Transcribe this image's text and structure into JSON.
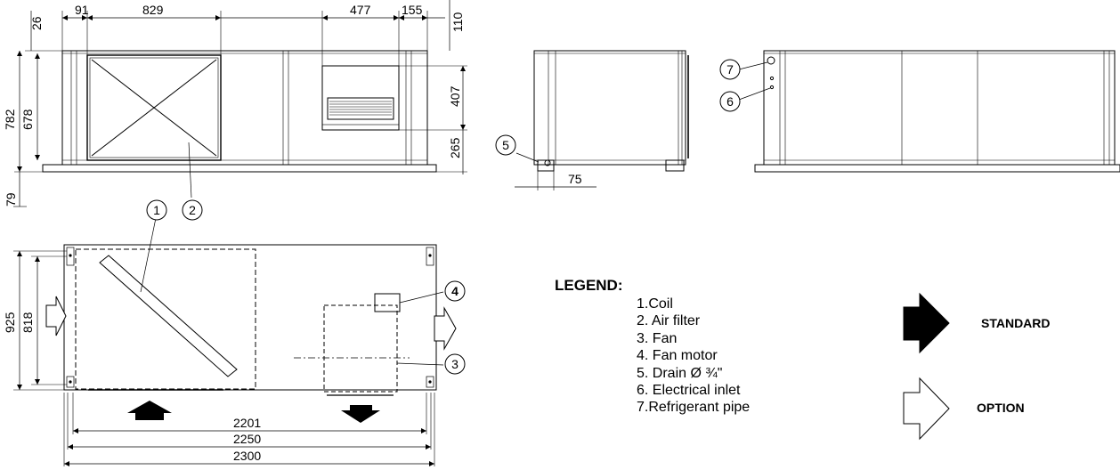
{
  "dimensions": {
    "top_margin": "26",
    "left_offset": "91",
    "filter_width": "829",
    "fan_opening_width": "477",
    "right_offset": "155",
    "top_right": "110",
    "total_height": "782",
    "filter_height": "678",
    "fan_opening_height": "407",
    "fan_bottom": "265",
    "base_height": "79",
    "drain_offset": "75",
    "plan_depth": "925",
    "plan_inner_depth": "818",
    "length_inner": "2201",
    "length_mid": "2250",
    "length_total": "2300"
  },
  "callouts": [
    "1",
    "2",
    "3",
    "4",
    "5",
    "6",
    "7"
  ],
  "legend": {
    "title": "LEGEND:",
    "items": [
      "1.Coil",
      "2. Air filter",
      "3. Fan",
      "4. Fan motor",
      "5. Drain Ø ¾\"",
      "6. Electrical inlet",
      "7.Refrigerant pipe"
    ]
  },
  "key": {
    "standard_label": "STANDARD",
    "option_label": "OPTION",
    "standard_icon": "filled-arrow-icon",
    "option_icon": "outline-arrow-icon"
  }
}
